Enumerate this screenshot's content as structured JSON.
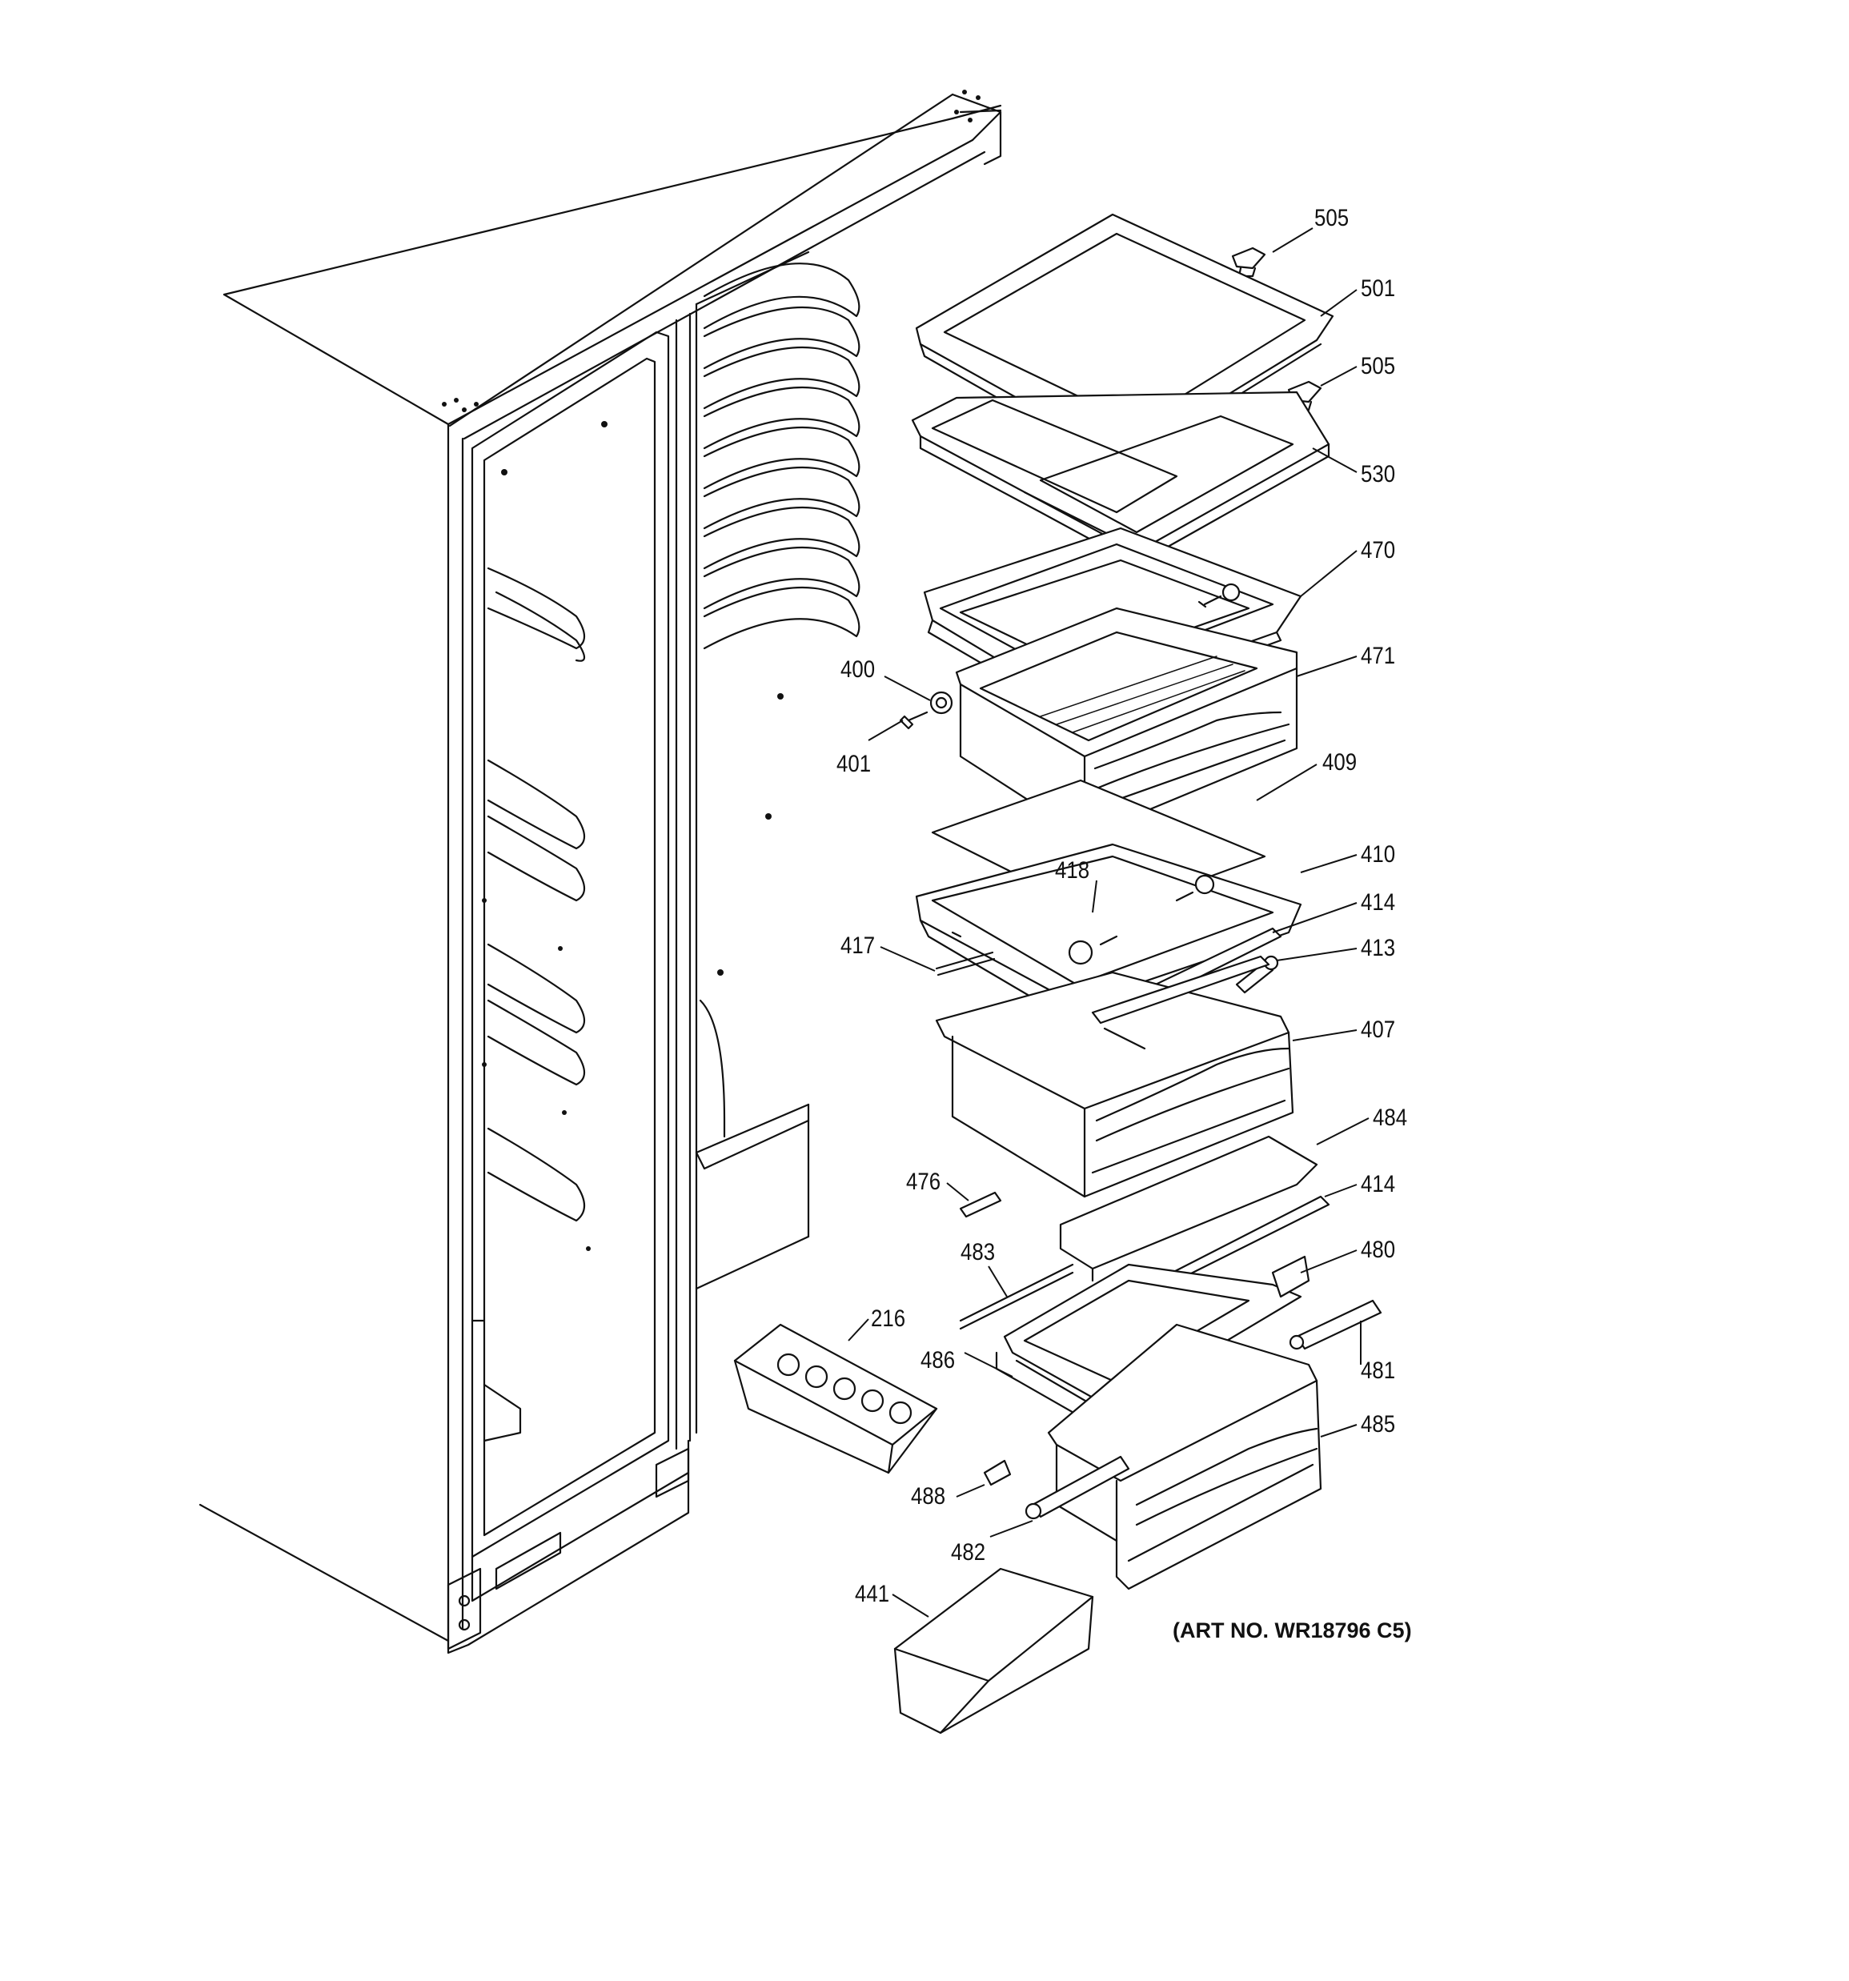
{
  "diagram": {
    "part_labels": {
      "505a": "505",
      "501": "501",
      "505b": "505",
      "530": "530",
      "470": "470",
      "471": "471",
      "400": "400",
      "401": "401",
      "409": "409",
      "410": "410",
      "418": "418",
      "414a": "414",
      "417": "417",
      "413": "413",
      "407": "407",
      "484": "484",
      "476": "476",
      "414b": "414",
      "483": "483",
      "480": "480",
      "216": "216",
      "481": "481",
      "486": "486",
      "485": "485",
      "488": "488",
      "482": "482",
      "441": "441"
    },
    "art_number": "(ART NO. WR18796 C5)"
  }
}
